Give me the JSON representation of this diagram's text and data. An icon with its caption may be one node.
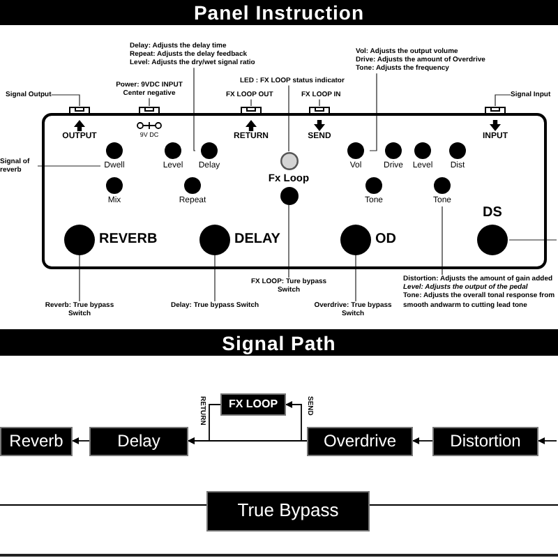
{
  "diagram": {
    "title": "Panel Instruction",
    "nodes": [
      {
        "text": [
          "Delay: Adjusts the delay time",
          "Repeat: Adjusts the delay feedback",
          "Level: Adjusts the dry/wet signal ratio"
        ]
      },
      {
        "text": [
          "Vol: Adjusts the output volume",
          "Drive: Adjusts the amount of Overdrive",
          "Tone: Adjusts the frequency"
        ]
      },
      {
        "text": [
          "LED : FX LOOP status indicator"
        ]
      },
      {
        "text": [
          "Power: 9VDC INPUT Center negative"
        ]
      },
      {
        "text": [
          "Signal Output"
        ]
      },
      {
        "text": [
          "FX LOOP OUT"
        ]
      },
      {
        "text": [
          "FX LOOP IN"
        ]
      },
      {
        "text": [
          "Signal Input"
        ]
      },
      {
        "text": [],
        "shape": "box"
      },
      {
        "text": [
          "OUTPUT"
        ],
        "in": 8
      },
      {
        "text": [
          "9V DC"
        ],
        "in": 8
      },
      {
        "text": [
          "RETURN"
        ],
        "in": 8
      },
      {
        "text": [
          "SEND"
        ],
        "in": 8
      },
      {
        "text": [
          "INPUT"
        ],
        "in": 8
      },
      {
        "text": [
          "Dwell"
        ],
        "in": 8
      },
      {
        "text": [
          "Level"
        ],
        "in": 8
      },
      {
        "text": [
          "Delay"
        ],
        "in": 8
      },
      {
        "text": [],
        "shape": "circle",
        "in": 8
      },
      {
        "text": [
          "Vol"
        ],
        "in": 8
      },
      {
        "text": [
          "Drive"
        ],
        "in": 8
      },
      {
        "text": [
          "Level"
        ],
        "in": 8
      },
      {
        "text": [
          "Dist"
        ],
        "in": 8
      },
      {
        "text": [
          "Mix"
        ],
        "in": 8
      },
      {
        "text": [
          "Repeat"
        ],
        "in": 8
      },
      {
        "text": [
          "Fx Loop"
        ],
        "in": 8
      },
      {
        "text": [
          "Tone"
        ],
        "in": 8
      },
      {
        "text": [
          "Tone"
        ],
        "in": 8
      },
      {
        "text": [
          "REVERB"
        ],
        "in": 8
      },
      {
        "text": [
          "DELAY"
        ],
        "in": 8
      },
      {
        "text": [
          "OD"
        ],
        "in": 8
      },
      {
        "text": [
          "DS"
        ],
        "in": 8
      },
      {
        "text": [
          "Signal of reverb"
        ]
      },
      {
        "text": [
          "Reverb: True bypass Switch"
        ]
      },
      {
        "text": [
          "FX LOOP: Ture bypass Switch"
        ]
      },
      {
        "text": [
          "Delay: True bypass Switch"
        ]
      },
      {
        "text": [
          "Overdrive: True bypass Switch"
        ]
      },
      {
        "text": [
          "Distortion: Adjusts the amount of gain added",
          "Level: Adjusts the output of the pedal",
          "Tone: Adjusts the overall tonal response from smooth andwarm to cutting lead tone"
        ]
      },
      {
        "text": [
          "FX LOOP"
        ]
      },
      {
        "text": [
          "Reverb"
        ]
      },
      {
        "text": [
          "Delay"
        ]
      },
      {
        "text": [
          "Overdrive"
        ]
      },
      {
        "text": [
          "Distortion"
        ]
      },
      {
        "text": [
          "True Bypass"
        ]
      }
    ],
    "edges": [
      {
        "from": 0,
        "to": 16,
        "arrow": "none"
      },
      {
        "from": 1,
        "to": 18,
        "arrow": "none"
      },
      {
        "from": 2,
        "to": 17,
        "arrow": "none"
      },
      {
        "from": 3,
        "to": 10,
        "arrow": "none"
      },
      {
        "from": 4,
        "to": 9,
        "arrow": "none"
      },
      {
        "from": 5,
        "to": 11,
        "arrow": "none"
      },
      {
        "from": 6,
        "to": 12,
        "arrow": "none"
      },
      {
        "from": 7,
        "to": 13,
        "arrow": "none"
      },
      {
        "from": 31,
        "to": 14,
        "arrow": "none"
      },
      {
        "from": 32,
        "to": 27,
        "arrow": "none"
      },
      {
        "from": 34,
        "to": 28,
        "arrow": "none"
      },
      {
        "from": 33,
        "to": 24,
        "arrow": "none"
      },
      {
        "from": 35,
        "to": 29,
        "arrow": "none"
      },
      {
        "from": 36,
        "to": 26,
        "arrow": "none"
      },
      {
        "from": null,
        "to": 30,
        "arrow": "none"
      },
      {
        "from": null,
        "to": 41,
        "arrow": "to"
      },
      {
        "from": 41,
        "to": 40,
        "arrow": "to"
      },
      {
        "from": 40,
        "to": 39,
        "arrow": "to"
      },
      {
        "from": 40,
        "to": 37,
        "arrow": "to",
        "label": "SEND"
      },
      {
        "from": 37,
        "to": 39,
        "arrow": "to",
        "label": "RETURN"
      },
      {
        "from": 39,
        "to": 38,
        "arrow": "to"
      },
      {
        "from": null,
        "to": 42,
        "arrow": "none"
      },
      {
        "from": 42,
        "to": null,
        "arrow": "none"
      }
    ],
    "labels": [
      "Signal Path"
    ]
  }
}
